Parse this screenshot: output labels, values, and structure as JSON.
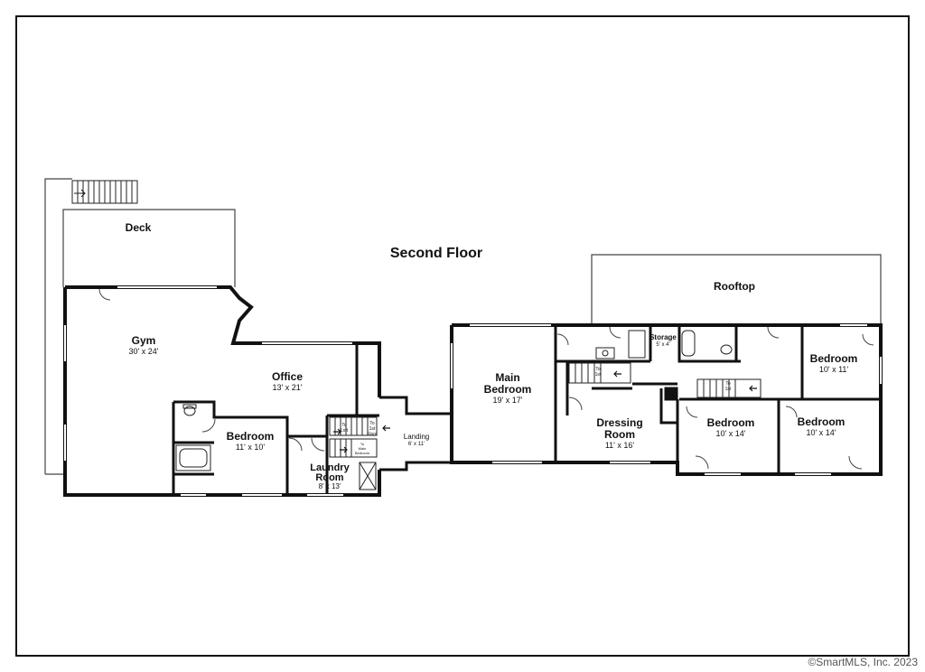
{
  "title": "Second Floor",
  "rooms": {
    "deck": {
      "name": "Deck"
    },
    "rooftop": {
      "name": "Rooftop"
    },
    "gym": {
      "name": "Gym",
      "dims": "30' x 24'"
    },
    "office": {
      "name": "Office",
      "dims": "13' x 21'"
    },
    "bedroom_west": {
      "name": "Bedroom",
      "dims": "11' x 10'"
    },
    "laundry": {
      "name_line1": "Laundry",
      "name_line2": "Room",
      "dims": "8' x 13'"
    },
    "landing": {
      "name": "Landing",
      "dims": "6' x 11'"
    },
    "main_bedroom": {
      "name_line1": "Main",
      "name_line2": "Bedroom",
      "dims": "19' x 17'"
    },
    "dressing": {
      "name_line1": "Dressing",
      "name_line2": "Room",
      "dims": "11' x 16'"
    },
    "storage": {
      "name": "Storage",
      "dims": "5' x 4'"
    },
    "bedroom_center": {
      "name": "Bedroom",
      "dims": "10' x 14'"
    },
    "bedroom_east": {
      "name": "Bedroom",
      "dims": "10' x 14'"
    },
    "bedroom_ne": {
      "name": "Bedroom",
      "dims": "10' x 11'"
    }
  },
  "stair_labels": {
    "to_loft_1": "To",
    "to_loft_2": "Loft",
    "to_1st_floor_1": "To",
    "to_1st_floor_2": "1st",
    "to_1st_floor_3": "Floor",
    "to_main_1": "To",
    "to_main_2": "Main",
    "to_main_3": "Bedroom",
    "to_1st_a_1": "To",
    "to_1st_a_2": "1st",
    "to_1st_b_1": "To",
    "to_1st_b_2": "1st"
  },
  "copyright": "©SmartMLS, Inc.  2023"
}
